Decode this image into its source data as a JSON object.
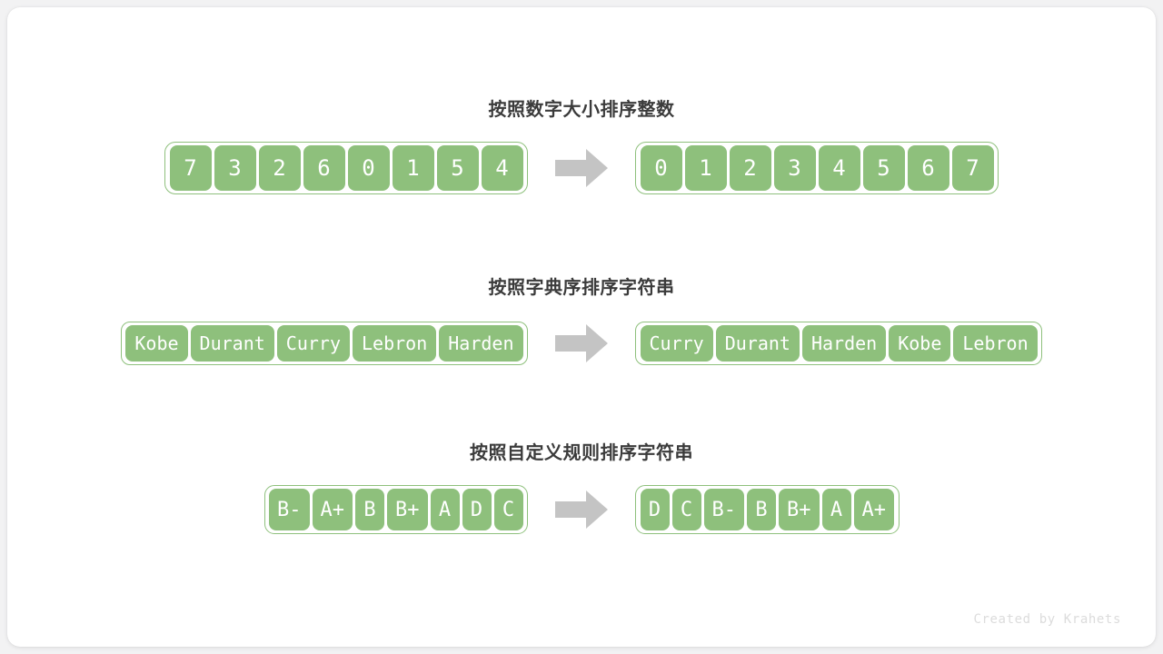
{
  "canvas": {
    "background": "#ffffff",
    "page_background": "#f2f2f3",
    "accent_green": "#8ec07c",
    "cell_text_color": "#ffffff",
    "title_color": "#3b3b3b",
    "arrow_color": "#c4c4c4",
    "credit_color": "#dcdcdc"
  },
  "credit": "Created by Krahets",
  "sections": [
    {
      "id": "sort-integers",
      "title": "按照数字大小排序整数",
      "input_label": "unsorted-integers",
      "output_label": "sorted-integers",
      "input": [
        "7",
        "3",
        "2",
        "6",
        "0",
        "1",
        "5",
        "4"
      ],
      "output": [
        "0",
        "1",
        "2",
        "3",
        "4",
        "5",
        "6",
        "7"
      ],
      "arrow": "arrow-right-icon"
    },
    {
      "id": "sort-strings-lexicographic",
      "title": "按照字典序排序字符串",
      "input_label": "unsorted-strings",
      "output_label": "sorted-strings",
      "input": [
        "Kobe",
        "Durant",
        "Curry",
        "Lebron",
        "Harden"
      ],
      "output": [
        "Curry",
        "Durant",
        "Harden",
        "Kobe",
        "Lebron"
      ],
      "arrow": "arrow-right-icon"
    },
    {
      "id": "sort-strings-custom-rule",
      "title": "按照自定义规则排序字符串",
      "input_label": "unsorted-grades",
      "output_label": "sorted-grades",
      "input": [
        "B-",
        "A+",
        "B",
        "B+",
        "A",
        "D",
        "C"
      ],
      "output": [
        "D",
        "C",
        "B-",
        "B",
        "B+",
        "A",
        "A+"
      ],
      "arrow": "arrow-right-icon"
    }
  ]
}
